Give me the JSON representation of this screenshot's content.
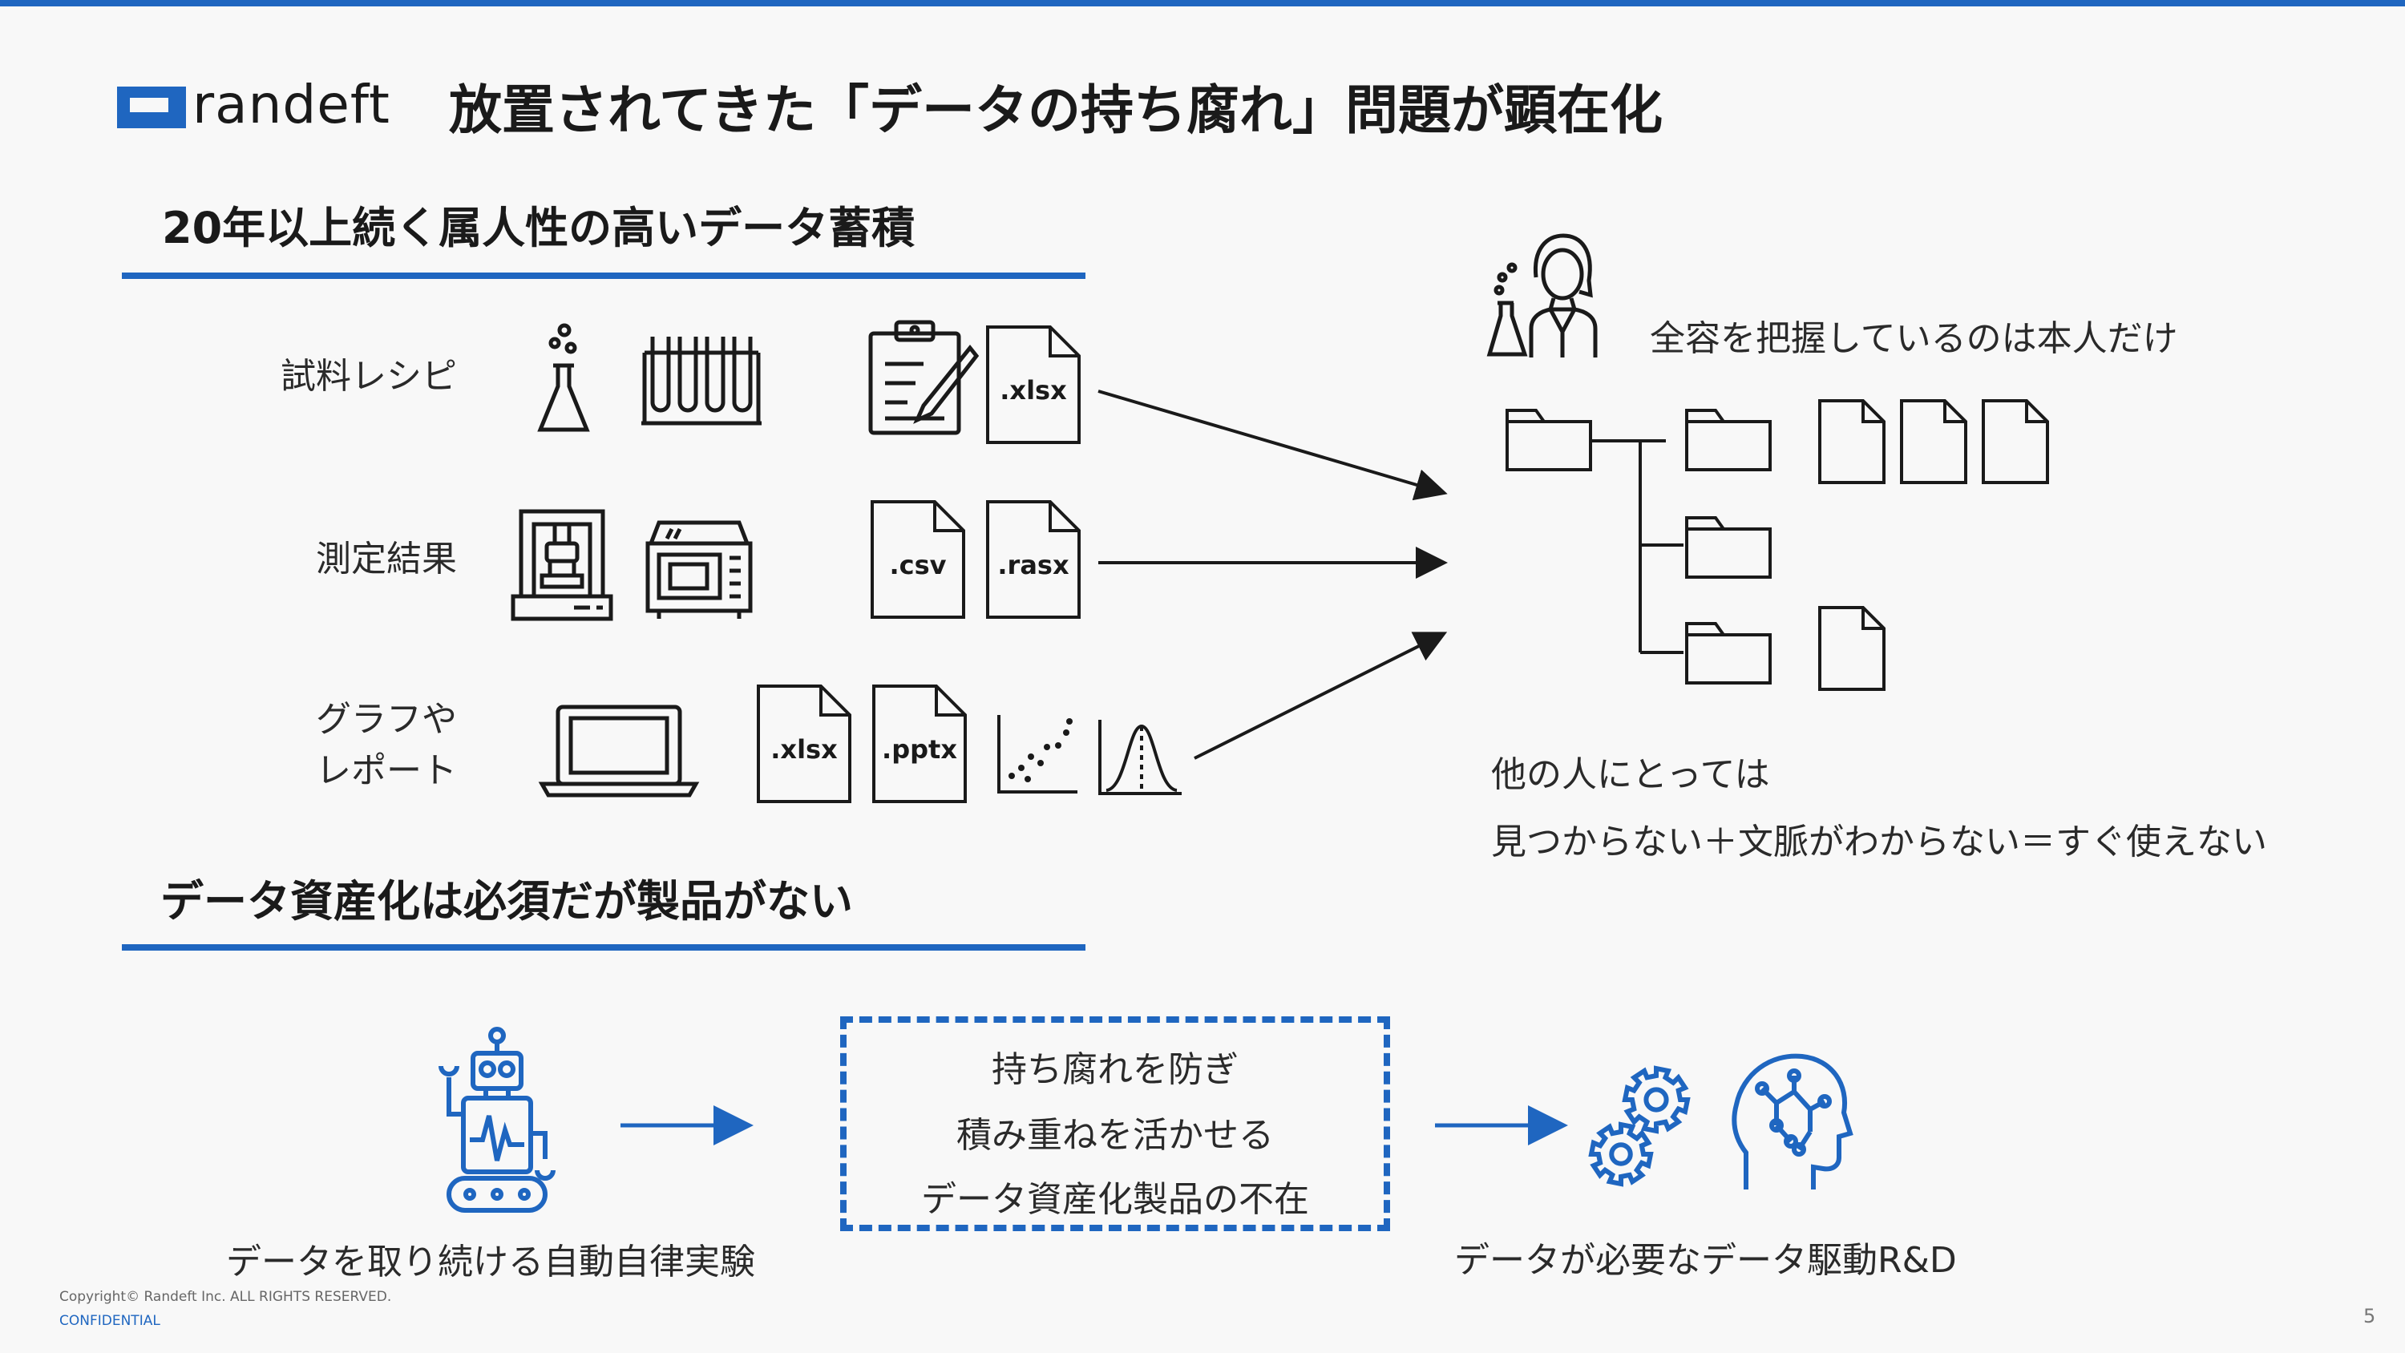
{
  "brand": {
    "logo_text": "randeft"
  },
  "title": "放置されてきた「データの持ち腐れ」問題が顕在化",
  "section1": {
    "heading": "20年以上続く属人性の高いデータ蓄積",
    "rows": [
      {
        "label": "試料レシピ",
        "files": [
          ".xlsx"
        ]
      },
      {
        "label": "測定結果",
        "files": [
          ".csv",
          ".rasx"
        ]
      },
      {
        "label_line1": "グラフや",
        "label_line2": "レポート",
        "files": [
          ".xlsx",
          ".pptx"
        ]
      }
    ],
    "owner_text": "全容を把握しているのは本人だけ",
    "others_line1": "他の人にとっては",
    "others_line2": "見つからない＋文脈がわからない＝すぐ使えない"
  },
  "section2": {
    "heading": "データ資産化は必須だが製品がない",
    "left_caption": "データを取り続ける自動自律実験",
    "box_lines": [
      "持ち腐れを防ぎ",
      "積み重ねを活かせる",
      "データ資産化製品の不在"
    ],
    "right_caption": "データが必要なデータ駆動R&D"
  },
  "footer": {
    "copyright": "Copyright© Randeft Inc. ALL RIGHTS RESERVED.",
    "confidential": "CONFIDENTIAL",
    "page_number": "5"
  },
  "colors": {
    "accent": "#1f66c0",
    "ink": "#1a1a1a"
  },
  "icons": [
    "logo-mark-icon",
    "flask-icon",
    "test-tubes-icon",
    "clipboard-icon",
    "file-icon",
    "machine-icon",
    "instrument-icon",
    "laptop-icon",
    "scatter-plot-icon",
    "bell-curve-icon",
    "scientist-icon",
    "folder-icon",
    "robot-icon",
    "gears-icon",
    "brain-icon",
    "arrow-icon"
  ]
}
